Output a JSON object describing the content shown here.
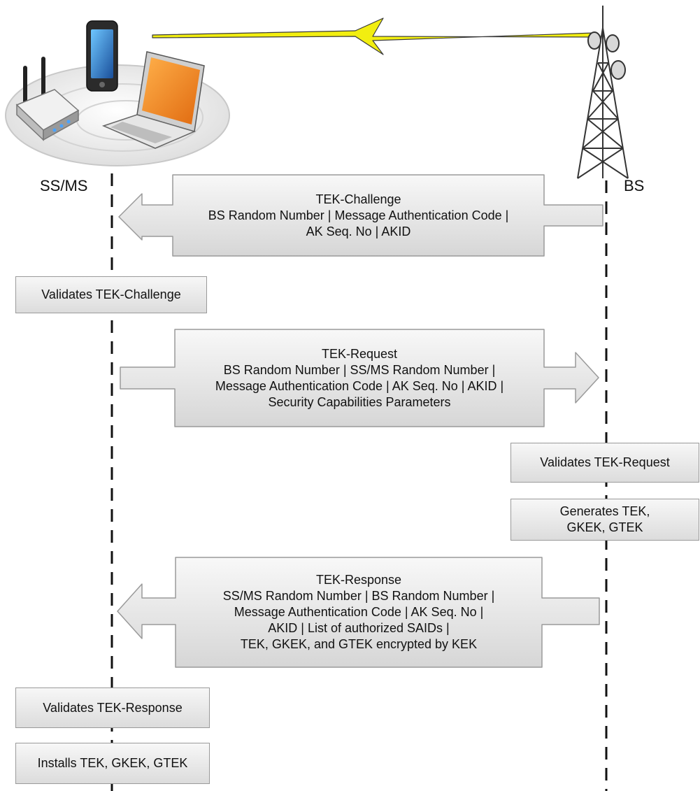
{
  "actors": {
    "left": "SS/MS",
    "right": "BS"
  },
  "messages": [
    {
      "id": "tek-challenge",
      "direction": "to-left",
      "title": "TEK-Challenge",
      "lines": [
        "BS Random Number | Message Authentication Code |",
        "AK Seq. No | AKID"
      ]
    },
    {
      "id": "tek-request",
      "direction": "to-right",
      "title": "TEK-Request",
      "lines": [
        "BS Random Number | SS/MS Random Number |",
        "Message Authentication Code | AK Seq. No | AKID |",
        "Security Capabilities Parameters"
      ]
    },
    {
      "id": "tek-response",
      "direction": "to-left",
      "title": "TEK-Response",
      "lines": [
        "SS/MS Random Number | BS Random Number |",
        "Message Authentication Code | AK Seq. No |",
        "AKID | List of authorized SAIDs |",
        "TEK, GKEK, and GTEK encrypted by KEK"
      ]
    }
  ],
  "steps": {
    "validates_challenge": [
      "Validates TEK-Challenge"
    ],
    "validates_request": [
      "Validates TEK-Request"
    ],
    "generates_tek": [
      "Generates TEK,",
      "GKEK, GTEK"
    ],
    "validates_response": [
      "Validates TEK-Response"
    ],
    "installs_tek": [
      "Installs TEK, GKEK, GTEK"
    ]
  },
  "icons": [
    "router-icon",
    "smartphone-icon",
    "laptop-icon",
    "lightning-link-icon",
    "cell-tower-icon"
  ],
  "colors": {
    "lightning": "#f2ee10",
    "arrow_fill_top": "#f8f8f8",
    "arrow_fill_bottom": "#d6d6d6",
    "arrow_stroke": "#9a9a9a",
    "laptop_screen": "#f08a1e"
  }
}
